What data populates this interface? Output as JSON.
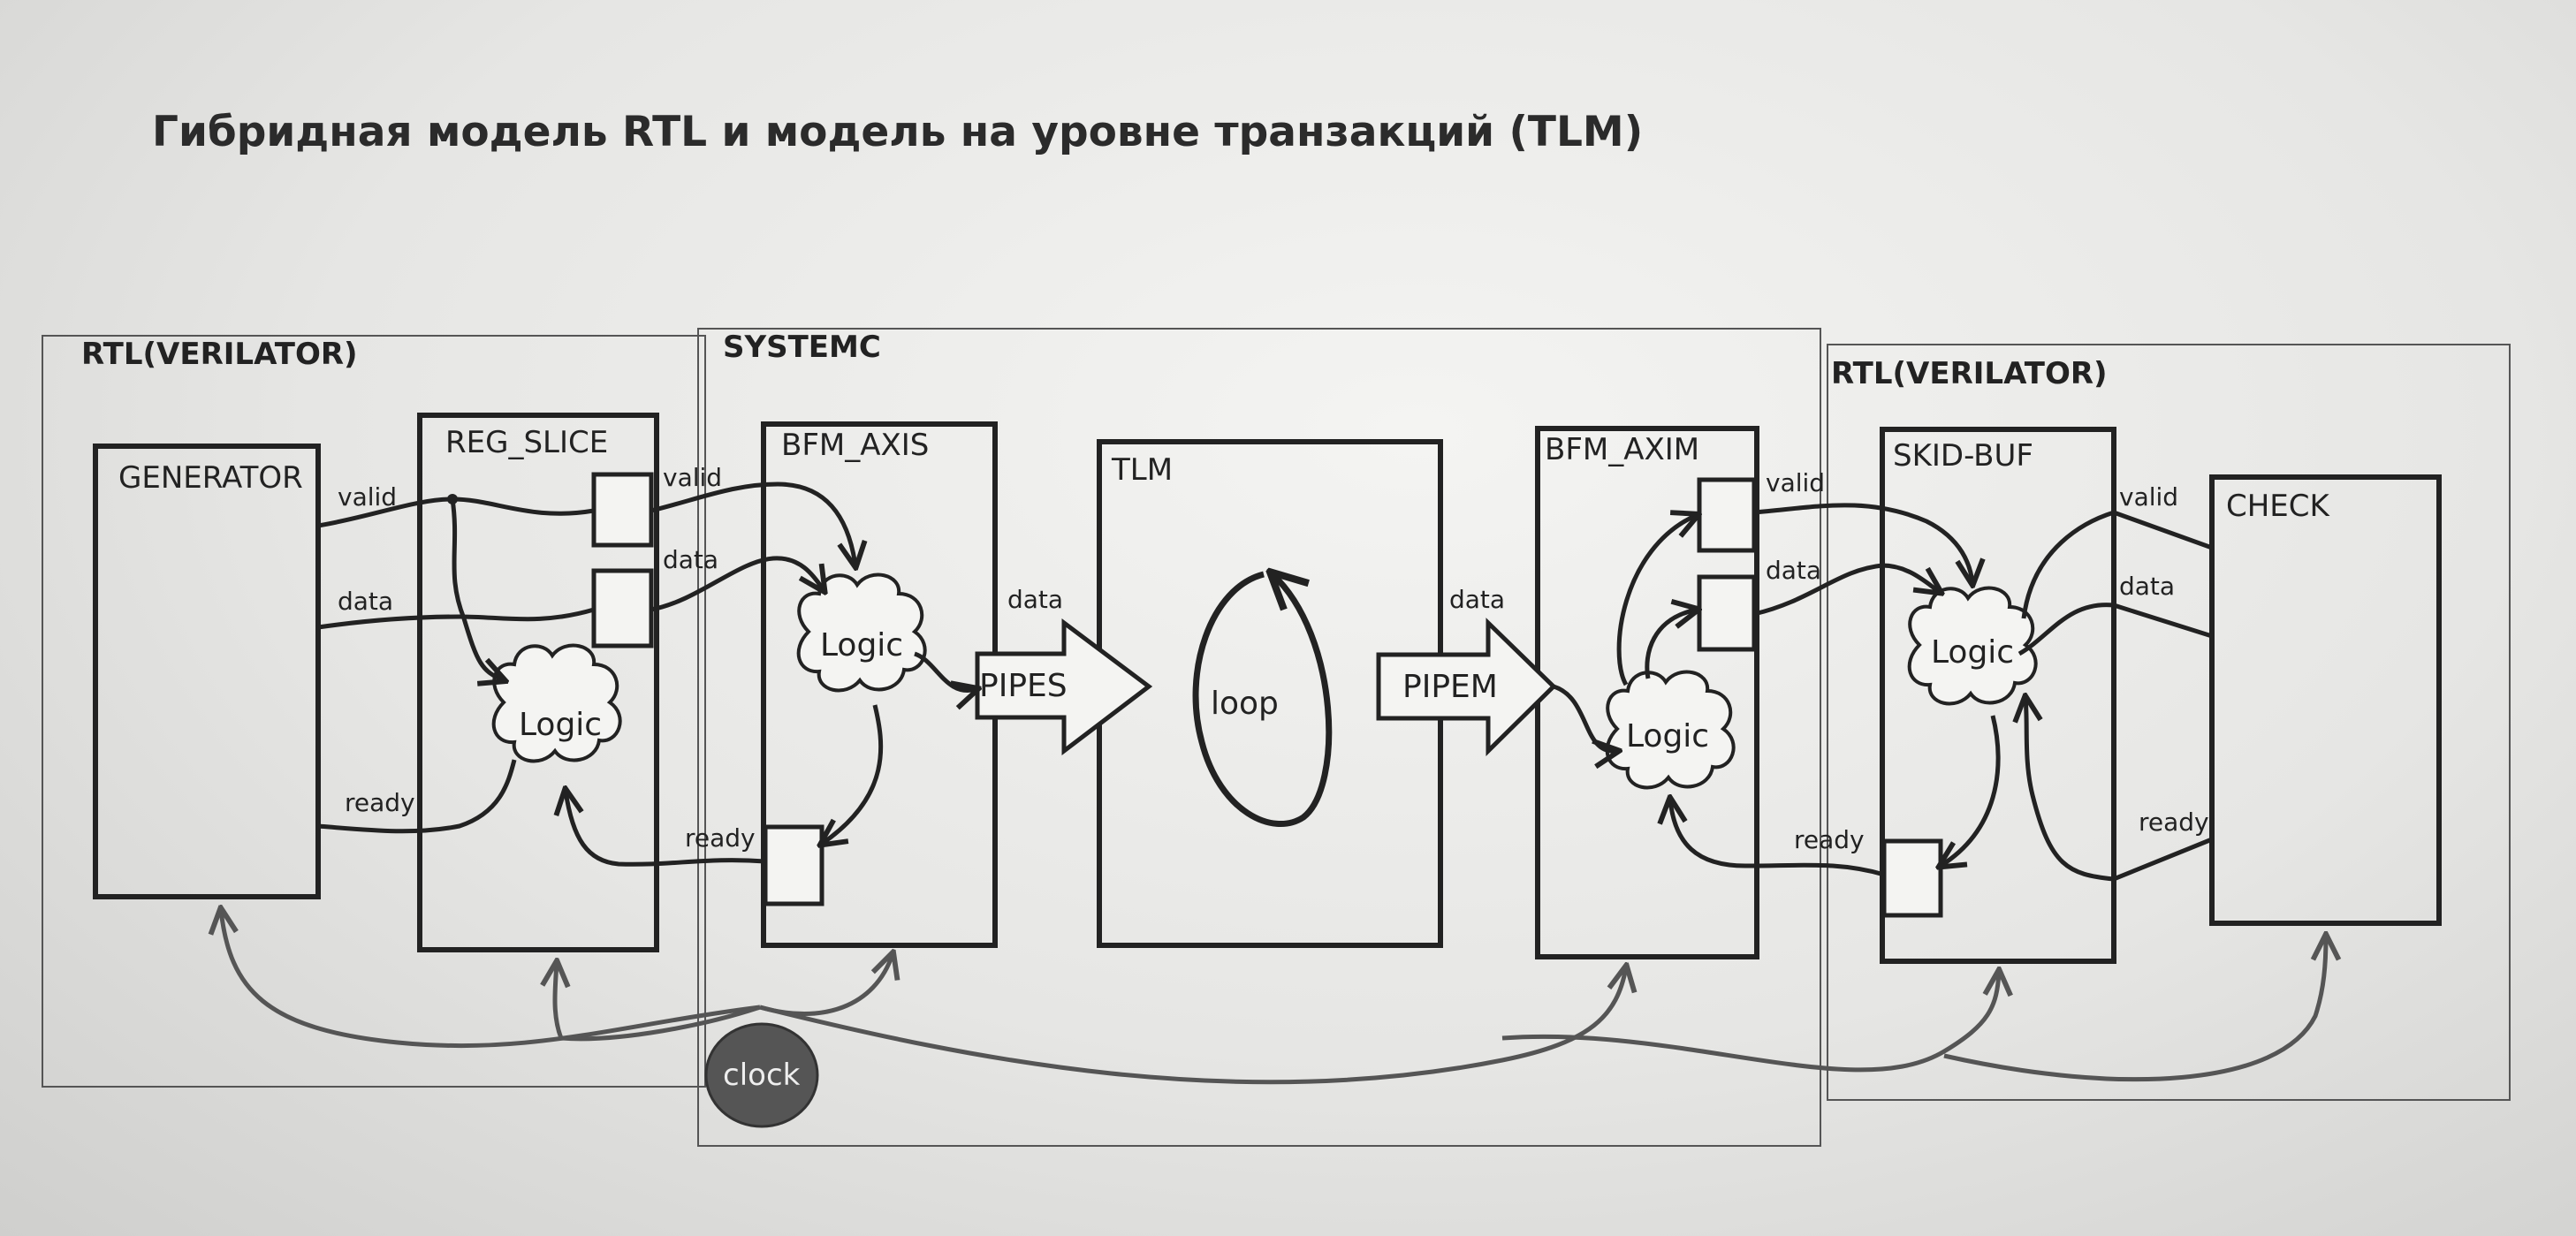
{
  "title": "Гибридная модель RTL и модель на уровне транзакций (TLM)",
  "regions": {
    "rtl_left": "RTL(VERILATOR)",
    "systemc": "SYSTEMC",
    "rtl_right": "RTL(VERILATOR)"
  },
  "blocks": {
    "generator": "GENERATOR",
    "reg_slice": "REG_SLICE",
    "bfm_axis": "BFM_AXIS",
    "tlm": "TLM",
    "bfm_axim": "BFM_AXIM",
    "skid_buf": "SKID-BUF",
    "check": "CHECK"
  },
  "logic": {
    "reg_slice": "Logic",
    "bfm_axis": "Logic",
    "bfm_axim": "Logic",
    "skid_buf": "Logic"
  },
  "pipes": {
    "pipes": "PIPES",
    "pipem": "PIPEM"
  },
  "loop": "loop",
  "clock": "clock",
  "signals": {
    "gen_valid": "valid",
    "gen_data": "data",
    "gen_ready": "ready",
    "rs_valid": "valid",
    "rs_data": "data",
    "axis_ready": "ready",
    "axis_data": "data",
    "tlm_data": "data",
    "axim_valid": "valid",
    "axim_data": "data",
    "skid_ready": "ready",
    "chk_valid": "valid",
    "chk_data": "data",
    "chk_ready": "ready"
  }
}
